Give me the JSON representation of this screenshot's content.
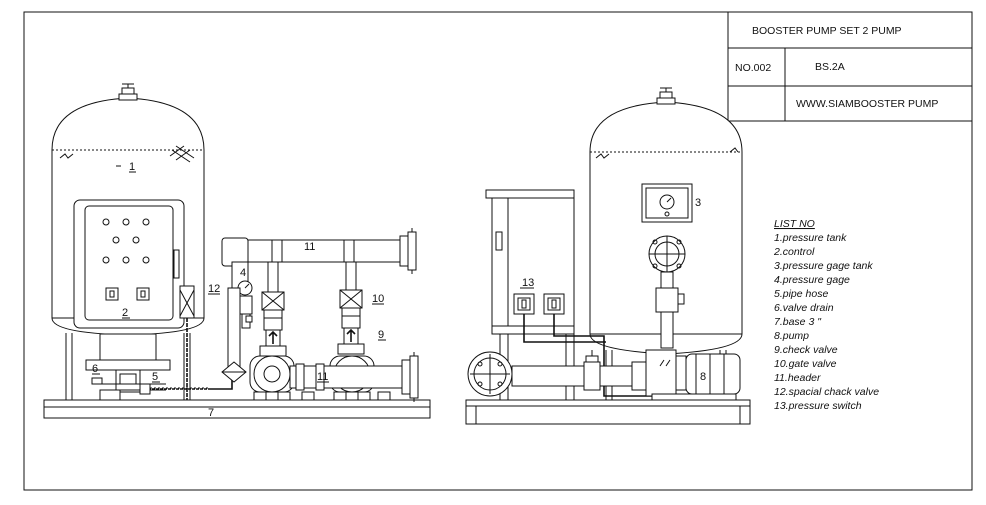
{
  "title_block": {
    "title": "BOOSTER PUMP  SET  2  PUMP",
    "number": "NO.002",
    "code": "BS.2A",
    "website": "WWW.SIAMBOOSTER PUMP"
  },
  "callouts": {
    "left": {
      "tank": "1",
      "control": "2",
      "gage": "4",
      "hose": "5",
      "drain": "6",
      "base": "7",
      "check": "9",
      "gate": "10",
      "header_top": "11",
      "header_bottom": "11",
      "special_check": "12"
    },
    "right": {
      "gage_tank": "3",
      "pump": "8",
      "switch": "13"
    }
  },
  "legend": {
    "heading": "LIST NO",
    "items": [
      "1.pressure tank",
      "2.control",
      "3.pressure gage tank",
      "4.pressure gage",
      "5.pipe hose",
      "6.valve drain",
      "7.base  3 \"",
      "8.pump",
      "9.check valve",
      "10.gate valve",
      "11.header",
      "12.spacial chack valve",
      "13.pressure  switch"
    ]
  }
}
